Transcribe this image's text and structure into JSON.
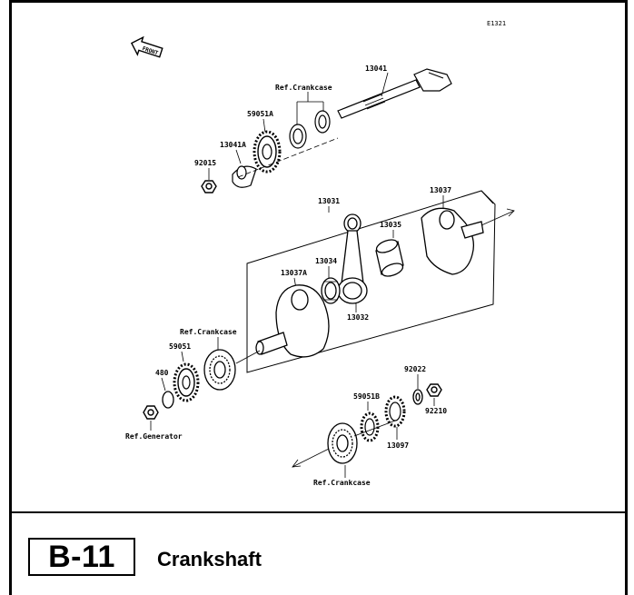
{
  "drawing_code": "E1321",
  "direction": "FRONT",
  "page_code": "B-11",
  "page_title": "Crankshaft",
  "callouts": {
    "p13041": "13041",
    "ref_crankcase_top": "Ref.Crankcase",
    "p59051A": "59051A",
    "p13041A": "13041A",
    "p92015": "92015",
    "p13031": "13031",
    "p13037": "13037",
    "p13035": "13035",
    "p13034": "13034",
    "p13037A": "13037A",
    "p13032": "13032",
    "ref_crankcase_mid": "Ref.Crankcase",
    "p59051": "59051",
    "p480": "480",
    "ref_generator": "Ref.Generator",
    "p92022": "92022",
    "p59051B": "59051B",
    "p92210": "92210",
    "p13097": "13097",
    "ref_crankcase_bottom": "Ref.Crankcase"
  }
}
